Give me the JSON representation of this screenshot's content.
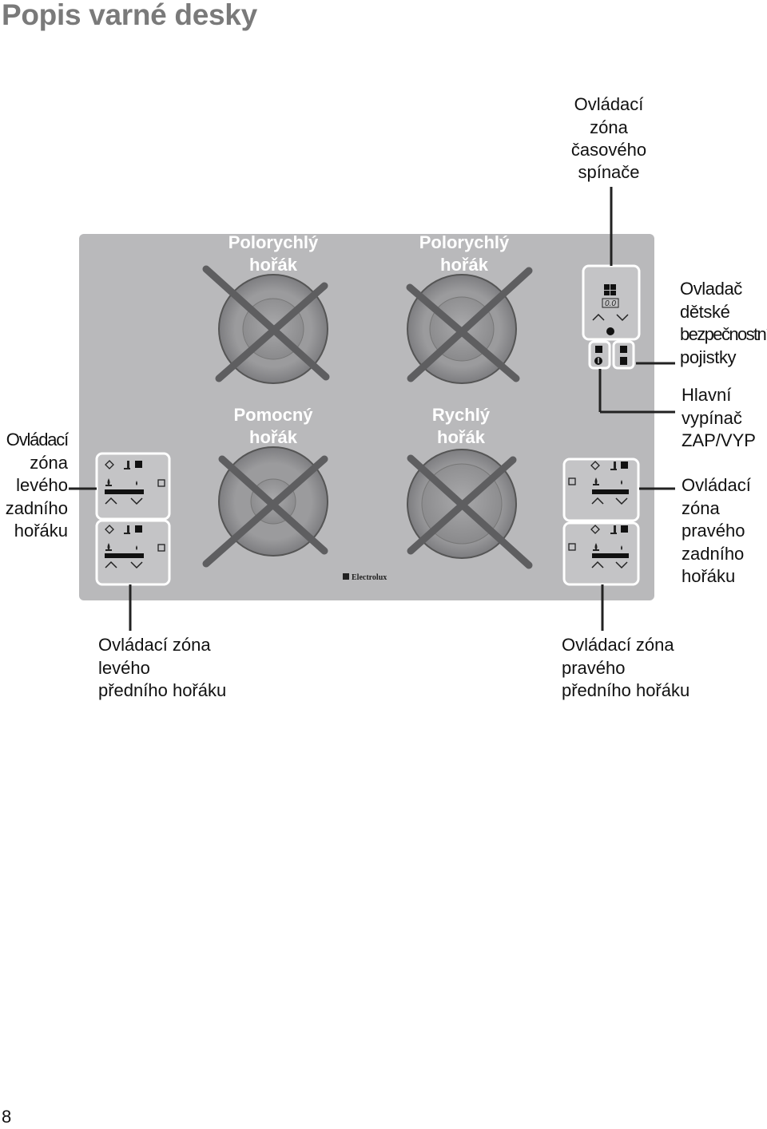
{
  "page": {
    "title": "Popis varné desky",
    "page_number": "8"
  },
  "labels": {
    "timer_zone": [
      "Ovládací",
      "zóna",
      "časového",
      "spínače"
    ],
    "child_lock": [
      "Ovladač",
      "dětské",
      "bezpečnostní",
      "pojistky"
    ],
    "main_switch": [
      "Hlavní",
      "vypínač",
      "ZAP/VYP"
    ],
    "right_rear": [
      "Ovládací",
      "zóna",
      "pravého",
      "zadního",
      "hořáku"
    ],
    "left_rear": [
      "Ovládací",
      "zóna",
      "levého",
      "zadního",
      "hořáku"
    ],
    "left_front": [
      "Ovládací zóna",
      "levého",
      "předního hořáku"
    ],
    "right_front": [
      "Ovládací zóna",
      "pravého",
      "předního hořáku"
    ]
  },
  "burners": {
    "rear_left": [
      "Polorychlý",
      "hořák"
    ],
    "rear_right": [
      "Polorychlý",
      "hořák"
    ],
    "front_left": [
      "Pomocný",
      "hořák"
    ],
    "front_right": [
      "Rychlý",
      "hořák"
    ]
  },
  "brand": "Electrolux",
  "timer_display": "0.0",
  "colors": {
    "hob_surface": "#b9b9bb",
    "title": "#7a7a7a",
    "burner_label": "#ffffff"
  }
}
